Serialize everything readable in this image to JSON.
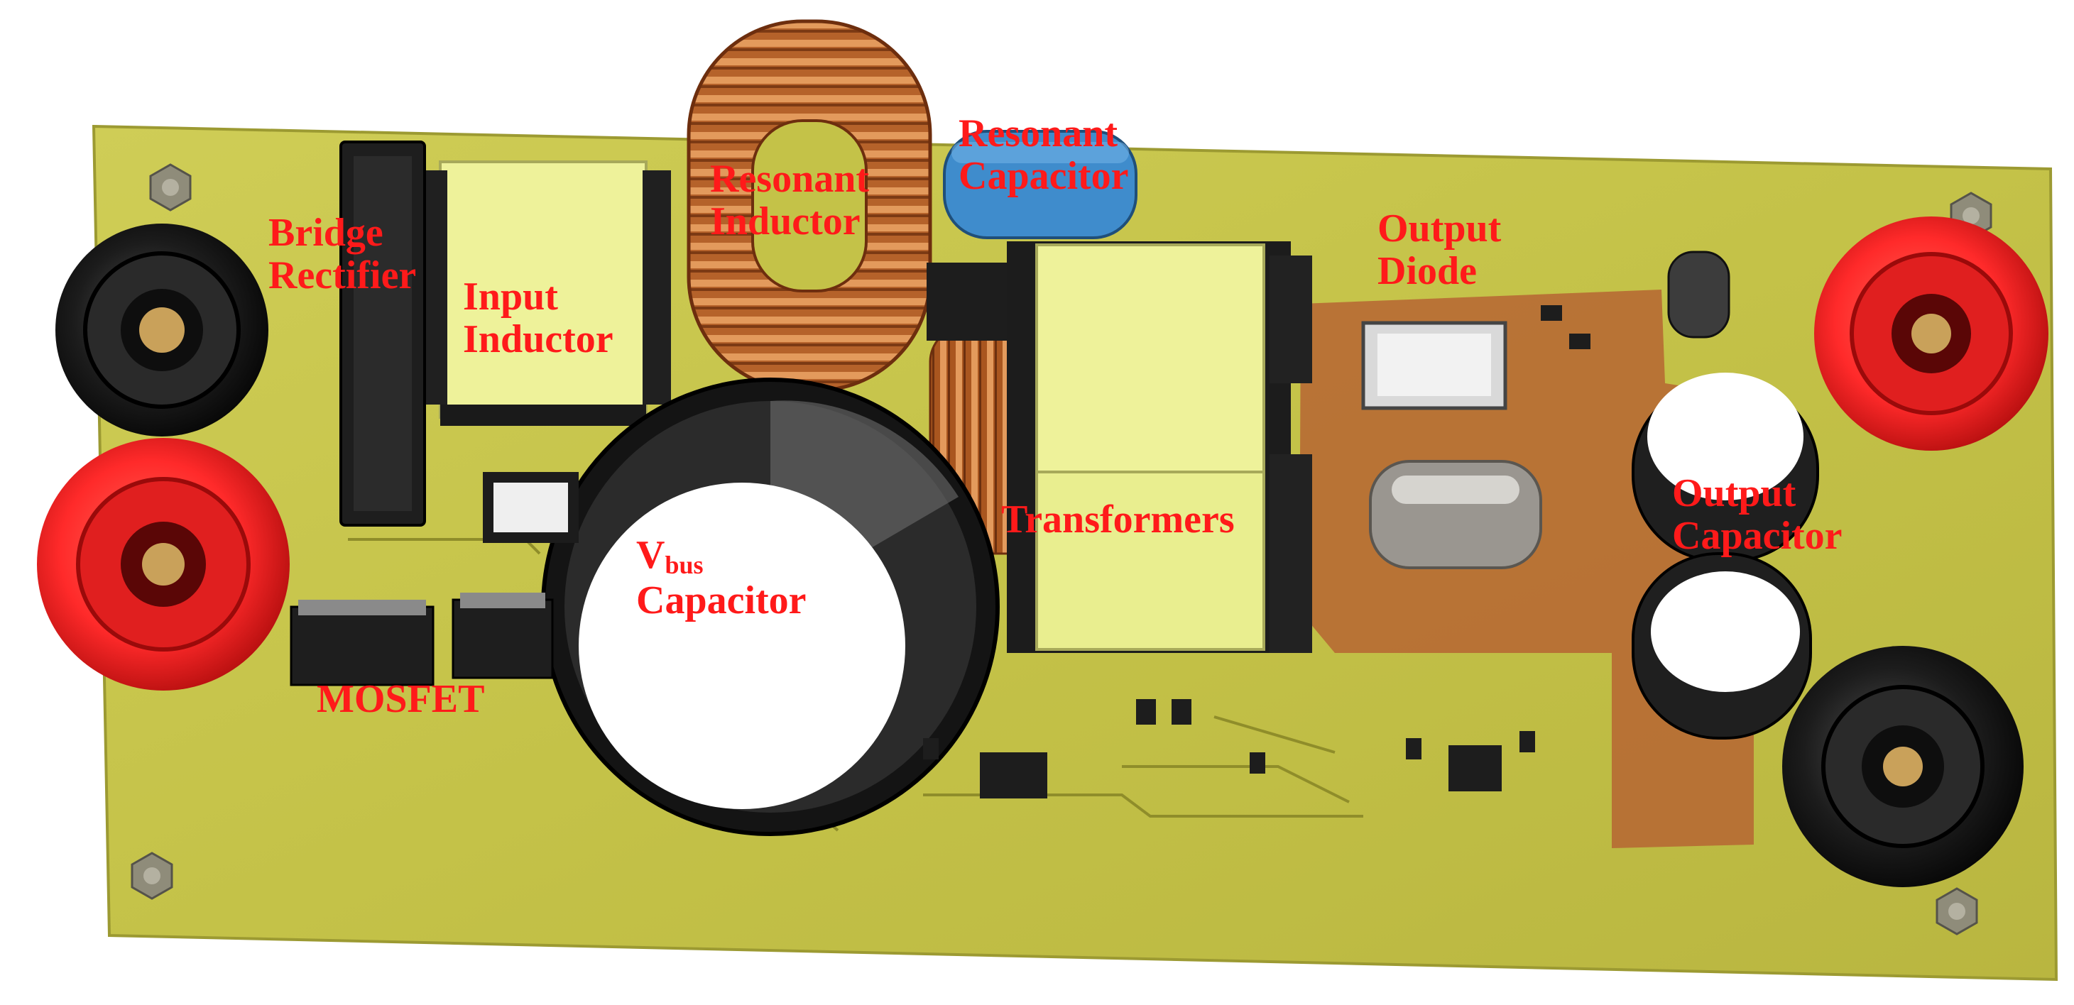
{
  "colors": {
    "label": "#ff1a1a",
    "pcb": "#c8c64a",
    "copper": "#b35a24",
    "core": "#eef29a",
    "terminal_red": "#ff2a2a",
    "terminal_black": "#1a1a1a"
  },
  "labels": {
    "bridge_rectifier": [
      "Bridge",
      "Rectifier"
    ],
    "input_inductor": [
      "Input",
      "Inductor"
    ],
    "resonant_inductor": [
      "Resonant",
      "Inductor"
    ],
    "resonant_capacitor": [
      "Resonant",
      "Capacitor"
    ],
    "output_diode": [
      "Output",
      "Diode"
    ],
    "transformers": "Transformers",
    "vbus_main": "V",
    "vbus_sub": "bus",
    "vbus_capacitor": "Capacitor",
    "mosfet": "MOSFET",
    "output_capacitor": [
      "Output",
      "Capacitor"
    ]
  }
}
